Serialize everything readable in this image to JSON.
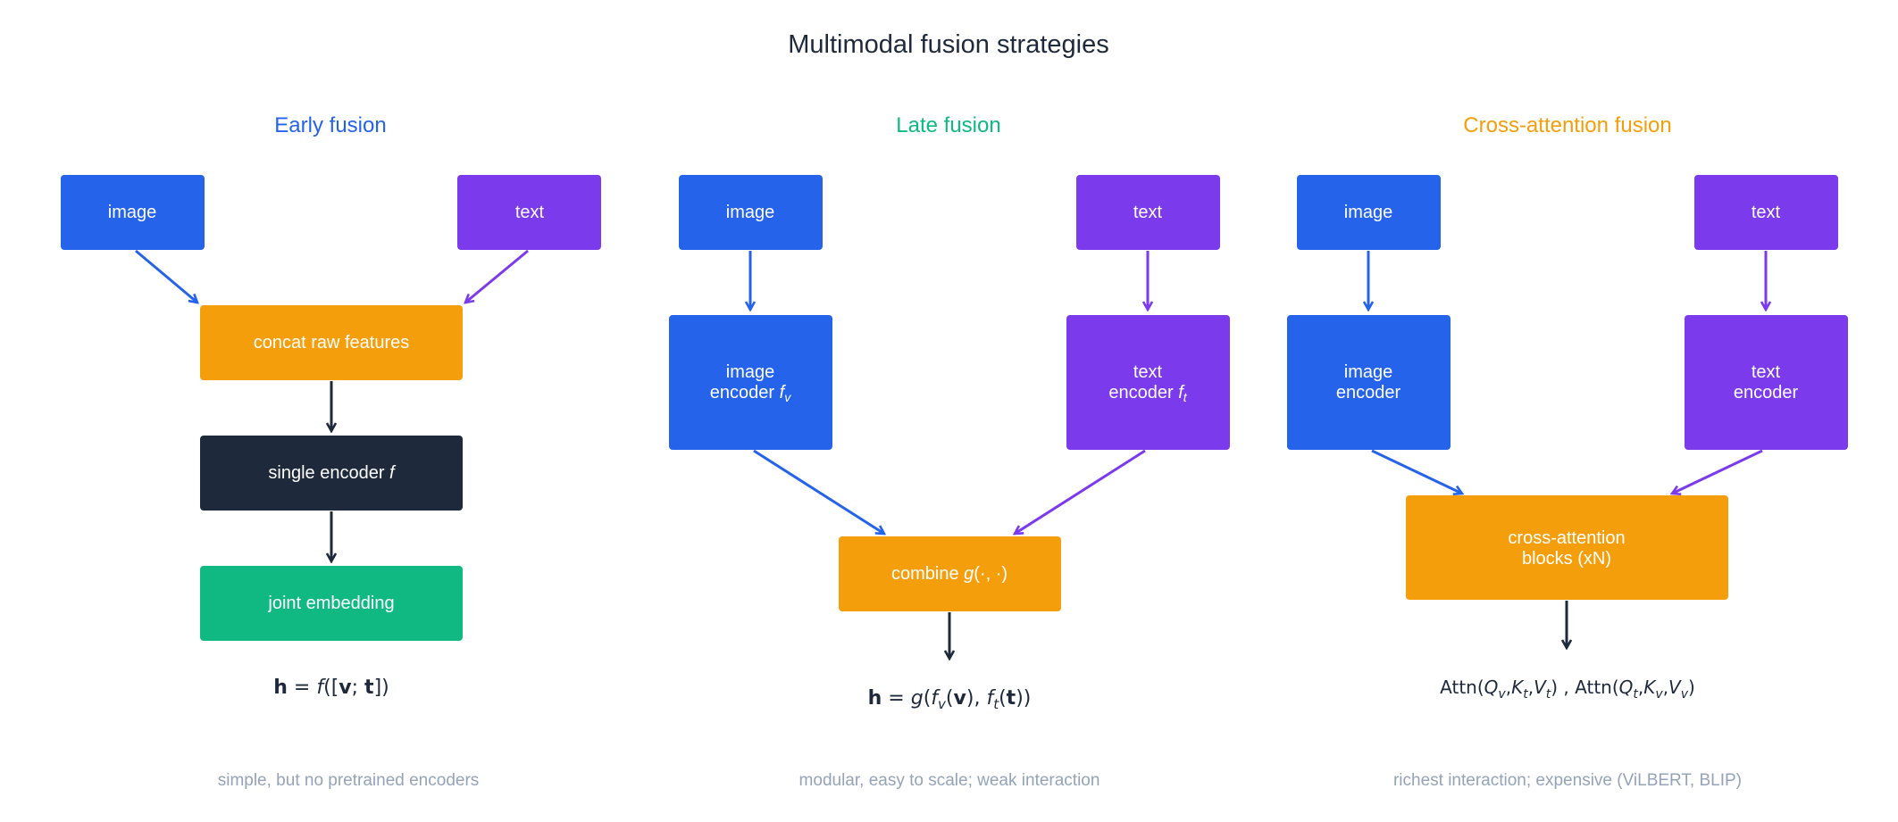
{
  "title": "Multimodal fusion strategies",
  "colors": {
    "blue": "#2563eb",
    "purple": "#7c3aed",
    "orange": "#f59e0b",
    "navy": "#1e293b",
    "green": "#10b981",
    "caption_gray": "#94a3b8"
  },
  "panels": [
    {
      "title": "Early fusion",
      "title_color": "#2563eb",
      "image_label": "image",
      "text_label": "text",
      "concat_label": "concat raw features",
      "encoder_label": "single encoder",
      "encoder_fn": "f",
      "output_label": "joint embedding",
      "formula": {
        "lhs": "h",
        "eq": " = ",
        "fn": "f",
        "open": "([",
        "v": "v",
        "sep": "; ",
        "t": "t",
        "close": "])"
      },
      "caption": "simple, but no pretrained encoders"
    },
    {
      "title": "Late fusion",
      "title_color": "#10b981",
      "image_label": "image",
      "text_label": "text",
      "image_encoder_line1": "image",
      "image_encoder_line2": "encoder",
      "image_encoder_fn": "f",
      "image_encoder_sub": "v",
      "text_encoder_line1": "text",
      "text_encoder_line2": "encoder",
      "text_encoder_fn": "f",
      "text_encoder_sub": "t",
      "combine_label": "combine",
      "combine_fn": "g",
      "combine_args": "(·, ·)",
      "formula": {
        "lhs": "h",
        "eq": " = ",
        "g": "g",
        "p1": "(",
        "fv": "f",
        "fv_sub": "v",
        "v": "v",
        "fv_close": "), ",
        "ft": "f",
        "ft_sub": "t",
        "t": "t",
        "close": "))"
      },
      "caption": "modular, easy to scale; weak interaction"
    },
    {
      "title": "Cross-attention fusion",
      "title_color": "#f59e0b",
      "image_label": "image",
      "text_label": "text",
      "image_encoder_line1": "image",
      "image_encoder_line2": "encoder",
      "text_encoder_line1": "text",
      "text_encoder_line2": "encoder",
      "cross_line1": "cross-attention",
      "cross_line2": "blocks  (xN)",
      "formula": {
        "attn": "Attn",
        "q": "Q",
        "k": "K",
        "vv": "V",
        "sub_v": "v",
        "sub_t": "t",
        "comma": ",",
        "sep": " ,  "
      },
      "caption": "richest interaction; expensive (ViLBERT, BLIP)"
    }
  ]
}
